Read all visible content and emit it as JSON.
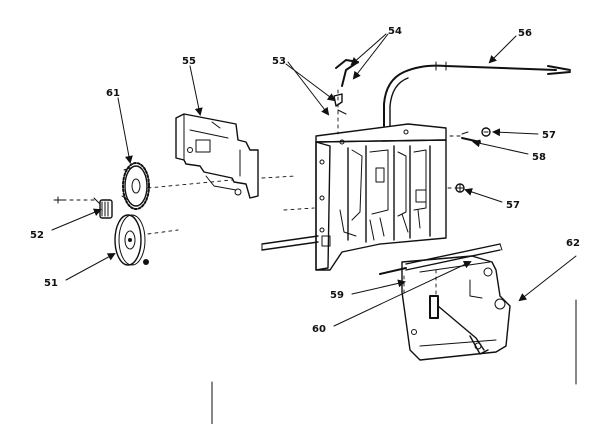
{
  "callouts": [
    {
      "id": "c51",
      "text": "51"
    },
    {
      "id": "c52",
      "text": "52"
    },
    {
      "id": "c53",
      "text": "53"
    },
    {
      "id": "c54",
      "text": "54"
    },
    {
      "id": "c55",
      "text": "55"
    },
    {
      "id": "c56",
      "text": "56"
    },
    {
      "id": "c57a",
      "text": "57"
    },
    {
      "id": "c57b",
      "text": "57"
    },
    {
      "id": "c58",
      "text": "58"
    },
    {
      "id": "c59",
      "text": "59"
    },
    {
      "id": "c60",
      "text": "60"
    },
    {
      "id": "c61",
      "text": "61"
    },
    {
      "id": "c62",
      "text": "62"
    }
  ],
  "parts": {
    "gear_61": "gear",
    "gear_51": "gear",
    "pinion_52": "pinion",
    "bracket_55": "bracket",
    "switch_block": "switch-housing",
    "cable_56": "cable",
    "clip_53": "clip",
    "spring_54": "spring",
    "screw_57": "screw",
    "washer_58": "washer",
    "rod_59": "rod",
    "lever_60": "lever",
    "plate_62": "plate"
  }
}
